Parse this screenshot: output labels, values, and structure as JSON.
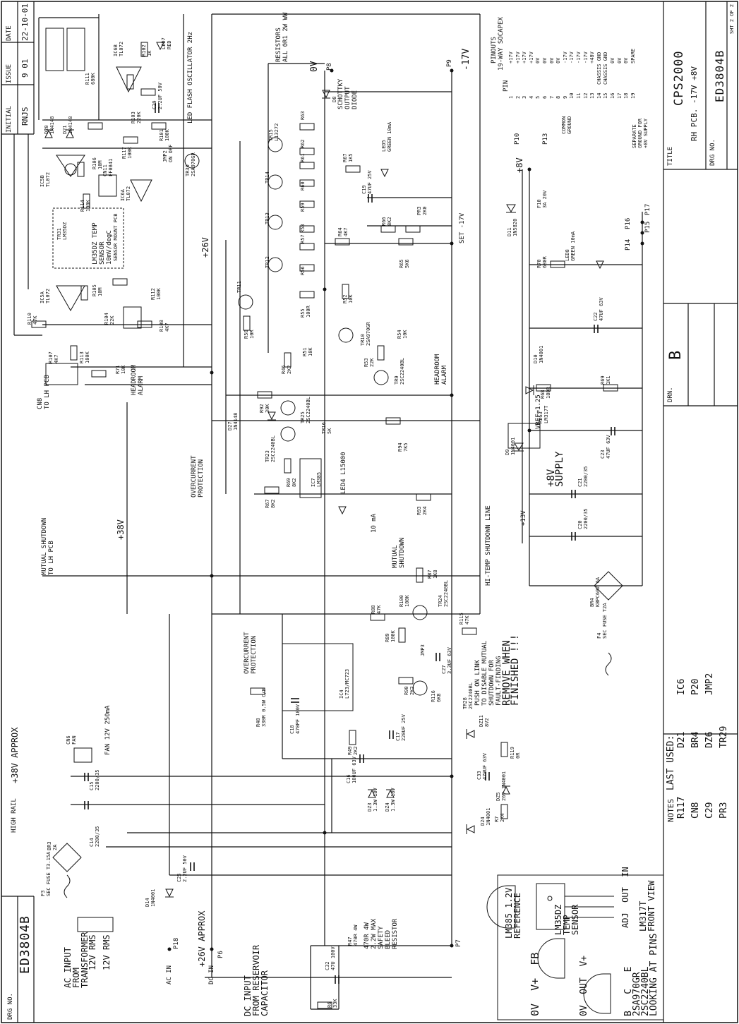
{
  "title_block": {
    "dwg_no_label": "DRG NO.",
    "dwg_no": "ED3804B",
    "title_label": "TITLE",
    "title": "CPS2000",
    "subtitle": "RH PCB. -17V +8V",
    "sheet": "SHT 2 OF 2",
    "drn_label": "DRN.",
    "drn_initial": "B",
    "date_label": "DATE",
    "date": "22-10-01",
    "issue_label": "ISSUE",
    "issue": "9 01",
    "initial_label": "INITIAL",
    "initial": "RNJS",
    "notes_label": "NOTES",
    "last_used_label": "LAST USED:",
    "last_used": [
      "R117",
      "CN8",
      "C29",
      "PR3",
      "D21",
      "BR4",
      "DZ6",
      "TR29",
      "IC6",
      "P20",
      "JMP2"
    ]
  },
  "pinouts": {
    "heading": "PINOUTS",
    "subheading": "19-WAY SOCAPEX",
    "pin_label": "PIN",
    "rows": [
      [
        "1",
        "+17V"
      ],
      [
        "2",
        "+17V"
      ],
      [
        "3",
        "+17V"
      ],
      [
        "4",
        "+17V"
      ],
      [
        "5",
        "0V"
      ],
      [
        "6",
        "0V"
      ],
      [
        "7",
        "0V"
      ],
      [
        "8",
        "0V"
      ],
      [
        "9",
        "-17V"
      ],
      [
        "10",
        "-17V"
      ],
      [
        "11",
        "-17V"
      ],
      [
        "12",
        "-17V"
      ],
      [
        "13",
        "+48V"
      ],
      [
        "14",
        "CHASSIS GND"
      ],
      [
        "15",
        "CHASSIS GND"
      ],
      [
        "16",
        "0V"
      ],
      [
        "17",
        "0V"
      ],
      [
        "18",
        "0V"
      ],
      [
        "19",
        "SPARE"
      ]
    ],
    "common_ground": "COMMON\nGROUND",
    "separate_ground": "SEPARATE\nGROUND FOR\n+8V SUPPLY"
  },
  "left_labels": {
    "high_rail": "HIGH RAIL",
    "plus38": "+38V APPROX",
    "plus26": "+26V APPROX",
    "plus38_rail": "+38V",
    "plus26_rail": "+26V",
    "ac_input": "AC INPUT\nFROM\nTRANSFORMER",
    "v12rms_a": "12V RMS",
    "v12rms_b": "12V RMS",
    "ac_in": "AC IN",
    "dc_in": "DC IN",
    "dc_input": "DC INPUT\nFROM RESERVOIR\nCAPACITOR",
    "mutual_shutdown": "MUTUAL SHUTDOWN\nTO LH PCB",
    "cn8_lh": "CN8\nTO LH PCB",
    "fan": "FAN 12V 250mA",
    "overcurrent1": "OVERCURRENT\nPROTECTION",
    "overcurrent2": "OVERCURRENT\nPROTECTION",
    "headroom_alarm1": "HEADROOM\nALARM",
    "headroom_alarm2": "HEADROOM\nALARM",
    "mutual_shutdown2": "MUTUAL\nSHUTDOWN",
    "hitemp": "HI-TEMP SHUTDOWN LINE",
    "led_flash": "LED FLASH OSCILLATOR 2Hz",
    "resistors_note": "RESISTORS\nALL 0R1 2W WW",
    "schottky": "SCHOTTKY\nOUTPUT\nDIODE",
    "zero_v": "0V",
    "minus17": "-17V",
    "set_minus17": "SET -17V",
    "plus8": "+8V",
    "plus8_supply": "+8V\nSUPPLY",
    "plus13": "+13V",
    "vref": "VREF=1.25",
    "remove": "REMOVE WHEN\nFINISHED !!!",
    "push_link": "PUSH ON LINK\nTO DISABLE MUTUAL\nSHUTDOWN FOR\nFAULT-FINDING",
    "safety": "470R 4W\n2.2W MAX\nSAFETY\nBLEED\nRESISTOR",
    "ten_ma": "10 mA",
    "led4": "LED4 L15000",
    "p18": "P18",
    "p6": "P6",
    "p7": "P7",
    "p8": "P8",
    "p9": "P9",
    "p10": "P10",
    "p13": "P13",
    "p14": "P14",
    "p15": "P15",
    "p16": "P16",
    "p17": "P17"
  },
  "components": [
    {
      "ref": "R47",
      "val": "470R 4W"
    },
    {
      "ref": "C32",
      "val": "47U 100V"
    },
    {
      "ref": "R6",
      "val": "33K"
    },
    {
      "ref": "C25",
      "val": "2.2UF 50V"
    },
    {
      "ref": "D14",
      "val": "1N4001"
    },
    {
      "ref": "F3",
      "val": "SEC FUSE T3.15A"
    },
    {
      "ref": "BR3",
      "val": "2A"
    },
    {
      "ref": "C14",
      "val": "2200/35"
    },
    {
      "ref": "C15",
      "val": "2200/35"
    },
    {
      "ref": "CN6",
      "val": "FAN"
    },
    {
      "ref": "R48",
      "val": "330R 0.5W C/F"
    },
    {
      "ref": "C18",
      "val": "470PF 100V"
    },
    {
      "ref": "R49",
      "val": "2K2"
    },
    {
      "ref": "C16",
      "val": "100UF 63V"
    },
    {
      "ref": "C17",
      "val": "220UF 25V"
    },
    {
      "ref": "DZ3",
      "val": "1.3W 18V"
    },
    {
      "ref": "DZ4",
      "val": "1.3W 18V"
    },
    {
      "ref": "R90",
      "val": "2K2"
    },
    {
      "ref": "R116",
      "val": "6K8"
    },
    {
      "ref": "TR28",
      "val": "2SC2240BL"
    },
    {
      "ref": "C27",
      "val": "3.3UF 63V"
    },
    {
      "ref": "DZ11",
      "val": "8V2"
    },
    {
      "ref": "C33",
      "val": "470UF 63V"
    },
    {
      "ref": "R119",
      "val": "0R"
    },
    {
      "ref": "DZ5",
      "val": "26V 1N4001"
    },
    {
      "ref": "D24",
      "val": "1N4001"
    },
    {
      "ref": "R7",
      "val": "2K4"
    },
    {
      "ref": "IC4",
      "val": "L723/MC723"
    },
    {
      "ref": "R89",
      "val": "100K"
    },
    {
      "ref": "JMP3",
      "val": ""
    },
    {
      "ref": "R115",
      "val": "47K"
    },
    {
      "ref": "TR24",
      "val": "2SC2240BL"
    },
    {
      "ref": "R100",
      "val": "100K"
    },
    {
      "ref": "R88",
      "val": "47K"
    },
    {
      "ref": "R87",
      "val": "1K8"
    },
    {
      "ref": "R93",
      "val": "2K4"
    },
    {
      "ref": "R94",
      "val": "7K5"
    },
    {
      "ref": "TR23",
      "val": "2SC2240BL"
    },
    {
      "ref": "TR25",
      "val": "2SC2240BL"
    },
    {
      "ref": "R92",
      "val": "30K"
    },
    {
      "ref": "D27",
      "val": "1N4148"
    },
    {
      "ref": "R69",
      "val": "8K2"
    },
    {
      "ref": "R67",
      "val": "8K2"
    },
    {
      "ref": "IC7",
      "val": "LM385"
    },
    {
      "ref": "TR16",
      "val": "5K"
    },
    {
      "ref": "R46",
      "val": "2K2"
    },
    {
      "ref": "R51",
      "val": "10K"
    },
    {
      "ref": "R50",
      "val": "10R"
    },
    {
      "ref": "TR11",
      "val": ""
    },
    {
      "ref": "R55",
      "val": "100R"
    },
    {
      "ref": "R52",
      "val": "10K"
    },
    {
      "ref": "TR10",
      "val": "2SA970GR"
    },
    {
      "ref": "R53",
      "val": "22K"
    },
    {
      "ref": "TR9",
      "val": "2SC2240BL"
    },
    {
      "ref": "R54",
      "val": "10K"
    },
    {
      "ref": "R56",
      "val": ""
    },
    {
      "ref": "R57",
      "val": ""
    },
    {
      "ref": "R58",
      "val": ""
    },
    {
      "ref": "R59",
      "val": ""
    },
    {
      "ref": "R60",
      "val": ""
    },
    {
      "ref": "R61",
      "val": ""
    },
    {
      "ref": "R62",
      "val": ""
    },
    {
      "ref": "R63",
      "val": ""
    },
    {
      "ref": "TR12",
      "val": ""
    },
    {
      "ref": "TR13",
      "val": ""
    },
    {
      "ref": "TR14",
      "val": ""
    },
    {
      "ref": "TR15",
      "val": "L13272"
    },
    {
      "ref": "R64",
      "val": "4K7"
    },
    {
      "ref": "R65",
      "val": "5K6"
    },
    {
      "ref": "R66",
      "val": "8K2"
    },
    {
      "ref": "PR3",
      "val": "2K0"
    },
    {
      "ref": "C19",
      "val": "47UF 25V"
    },
    {
      "ref": "R67b",
      "val": "1K5"
    },
    {
      "ref": "LED5",
      "val": "GREEN 10mA"
    },
    {
      "ref": "D8",
      "val": ""
    },
    {
      "ref": "TR30",
      "val": "2SA970GR"
    },
    {
      "ref": "R101",
      "val": "100K"
    },
    {
      "ref": "R111",
      "val": "680K"
    },
    {
      "ref": "R103",
      "val": "220K"
    },
    {
      "ref": "C29",
      "val": "2.2UF 50V"
    },
    {
      "ref": "R102",
      "val": "1K"
    },
    {
      "ref": "LED7",
      "val": "RED"
    },
    {
      "ref": "IC6B",
      "val": "TL072"
    },
    {
      "ref": "D21",
      "val": "1N4148"
    },
    {
      "ref": "D20",
      "val": "1N4148"
    },
    {
      "ref": "R117",
      "val": "100K"
    },
    {
      "ref": "JMP2",
      "val": "ON OFF"
    },
    {
      "ref": "R106",
      "val": "10M"
    },
    {
      "ref": "R114",
      "val": "100K"
    },
    {
      "ref": "CN11",
      "val": "FF0841"
    },
    {
      "ref": "IC6A",
      "val": "TL072"
    },
    {
      "ref": "IC5B",
      "val": "TL072"
    },
    {
      "ref": "TR31",
      "val": "LM35DZ"
    },
    {
      "ref": "IC5A",
      "val": "TL072"
    },
    {
      "ref": "R105",
      "val": "10M"
    },
    {
      "ref": "R104",
      "val": "22K"
    },
    {
      "ref": "R112",
      "val": "100K"
    },
    {
      "ref": "R108",
      "val": "4K7"
    },
    {
      "ref": "R110",
      "val": "47K"
    },
    {
      "ref": "R107",
      "val": "4K7"
    },
    {
      "ref": "R113",
      "val": "100K"
    },
    {
      "ref": "R71",
      "val": "10K"
    },
    {
      "ref": "D11",
      "val": "1N5820"
    },
    {
      "ref": "F10",
      "val": "3A 20V"
    },
    {
      "ref": "R70",
      "val": "680R"
    },
    {
      "ref": "LED8",
      "val": "GREEN 10mA"
    },
    {
      "ref": "C22",
      "val": "47UF 63V"
    },
    {
      "ref": "D10",
      "val": "1N4001"
    },
    {
      "ref": "R68",
      "val": "180R"
    },
    {
      "ref": "R69b",
      "val": "1K1"
    },
    {
      "ref": "REG3",
      "val": "LM317T"
    },
    {
      "ref": "D9",
      "val": "1N4001"
    },
    {
      "ref": "C23",
      "val": "47UF 63V"
    },
    {
      "ref": "C21",
      "val": "2200/35"
    },
    {
      "ref": "C20",
      "val": "2200/35"
    },
    {
      "ref": "BR4",
      "val": "KBPC602 6A"
    },
    {
      "ref": "F4",
      "val": "SEC FUSE T2A"
    }
  ],
  "legend": {
    "lm385": "LM385 1.2V\nREFERENCE",
    "lm385_pins": "0V  V+  FB",
    "lm35dz": "LM35DZ\nTEMP\nSENSOR",
    "lm35dz_pins": "0V  OUT  V+",
    "transistor": "B   C   E\n2SA970GR\n2SC2240BL\nLOOKING AT PINS",
    "lm317": "LM317T\nFRONT VIEW",
    "lm317_pins": "ADJ  OUT  IN"
  },
  "temp_sensor": "LM35DZ TEMP\nSENSOR\n10mV/degC",
  "sensor_mount": "SENSOR MOUNT PCB",
  "colors": {
    "ink": "#111111",
    "paper": "#ffffff"
  }
}
